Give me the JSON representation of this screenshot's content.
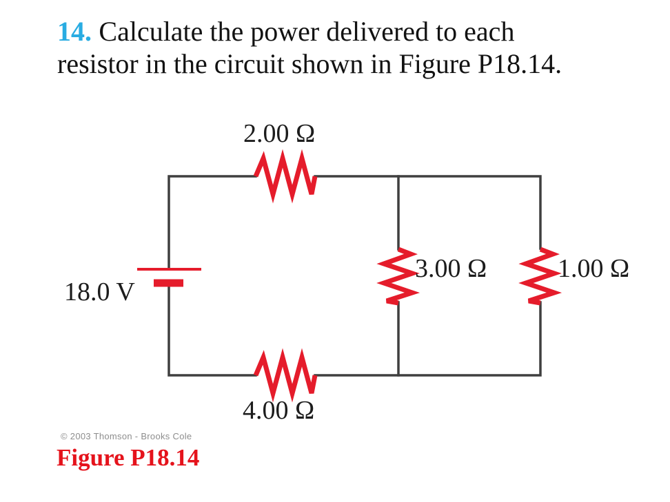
{
  "problem": {
    "number": "14.",
    "text_line1": "Calculate the power delivered to each",
    "text_line2": "resistor in the circuit shown in Figure P18.14."
  },
  "circuit": {
    "battery": {
      "label": "18.0 V",
      "value": "18.0",
      "unit": "V"
    },
    "resistors": [
      {
        "id": "top",
        "label": "2.00 Ω",
        "value": "2.00",
        "unit": "Ω"
      },
      {
        "id": "middle",
        "label": "3.00 Ω",
        "value": "3.00",
        "unit": "Ω"
      },
      {
        "id": "right",
        "label": "1.00 Ω",
        "value": "1.00",
        "unit": "Ω"
      },
      {
        "id": "bottom",
        "label": "4.00 Ω",
        "value": "4.00",
        "unit": "Ω"
      }
    ]
  },
  "figure": {
    "credit": "© 2003 Thomson - Brooks Cole",
    "caption": "Figure P18.14"
  },
  "colors": {
    "problem_number_blue": "#29ace2",
    "component_red": "#e51c2b",
    "caption_red": "#e5131c",
    "wire_gray": "#3f3f3f",
    "credit_gray": "#8d8d8d",
    "text_black": "#1c1c1c"
  }
}
